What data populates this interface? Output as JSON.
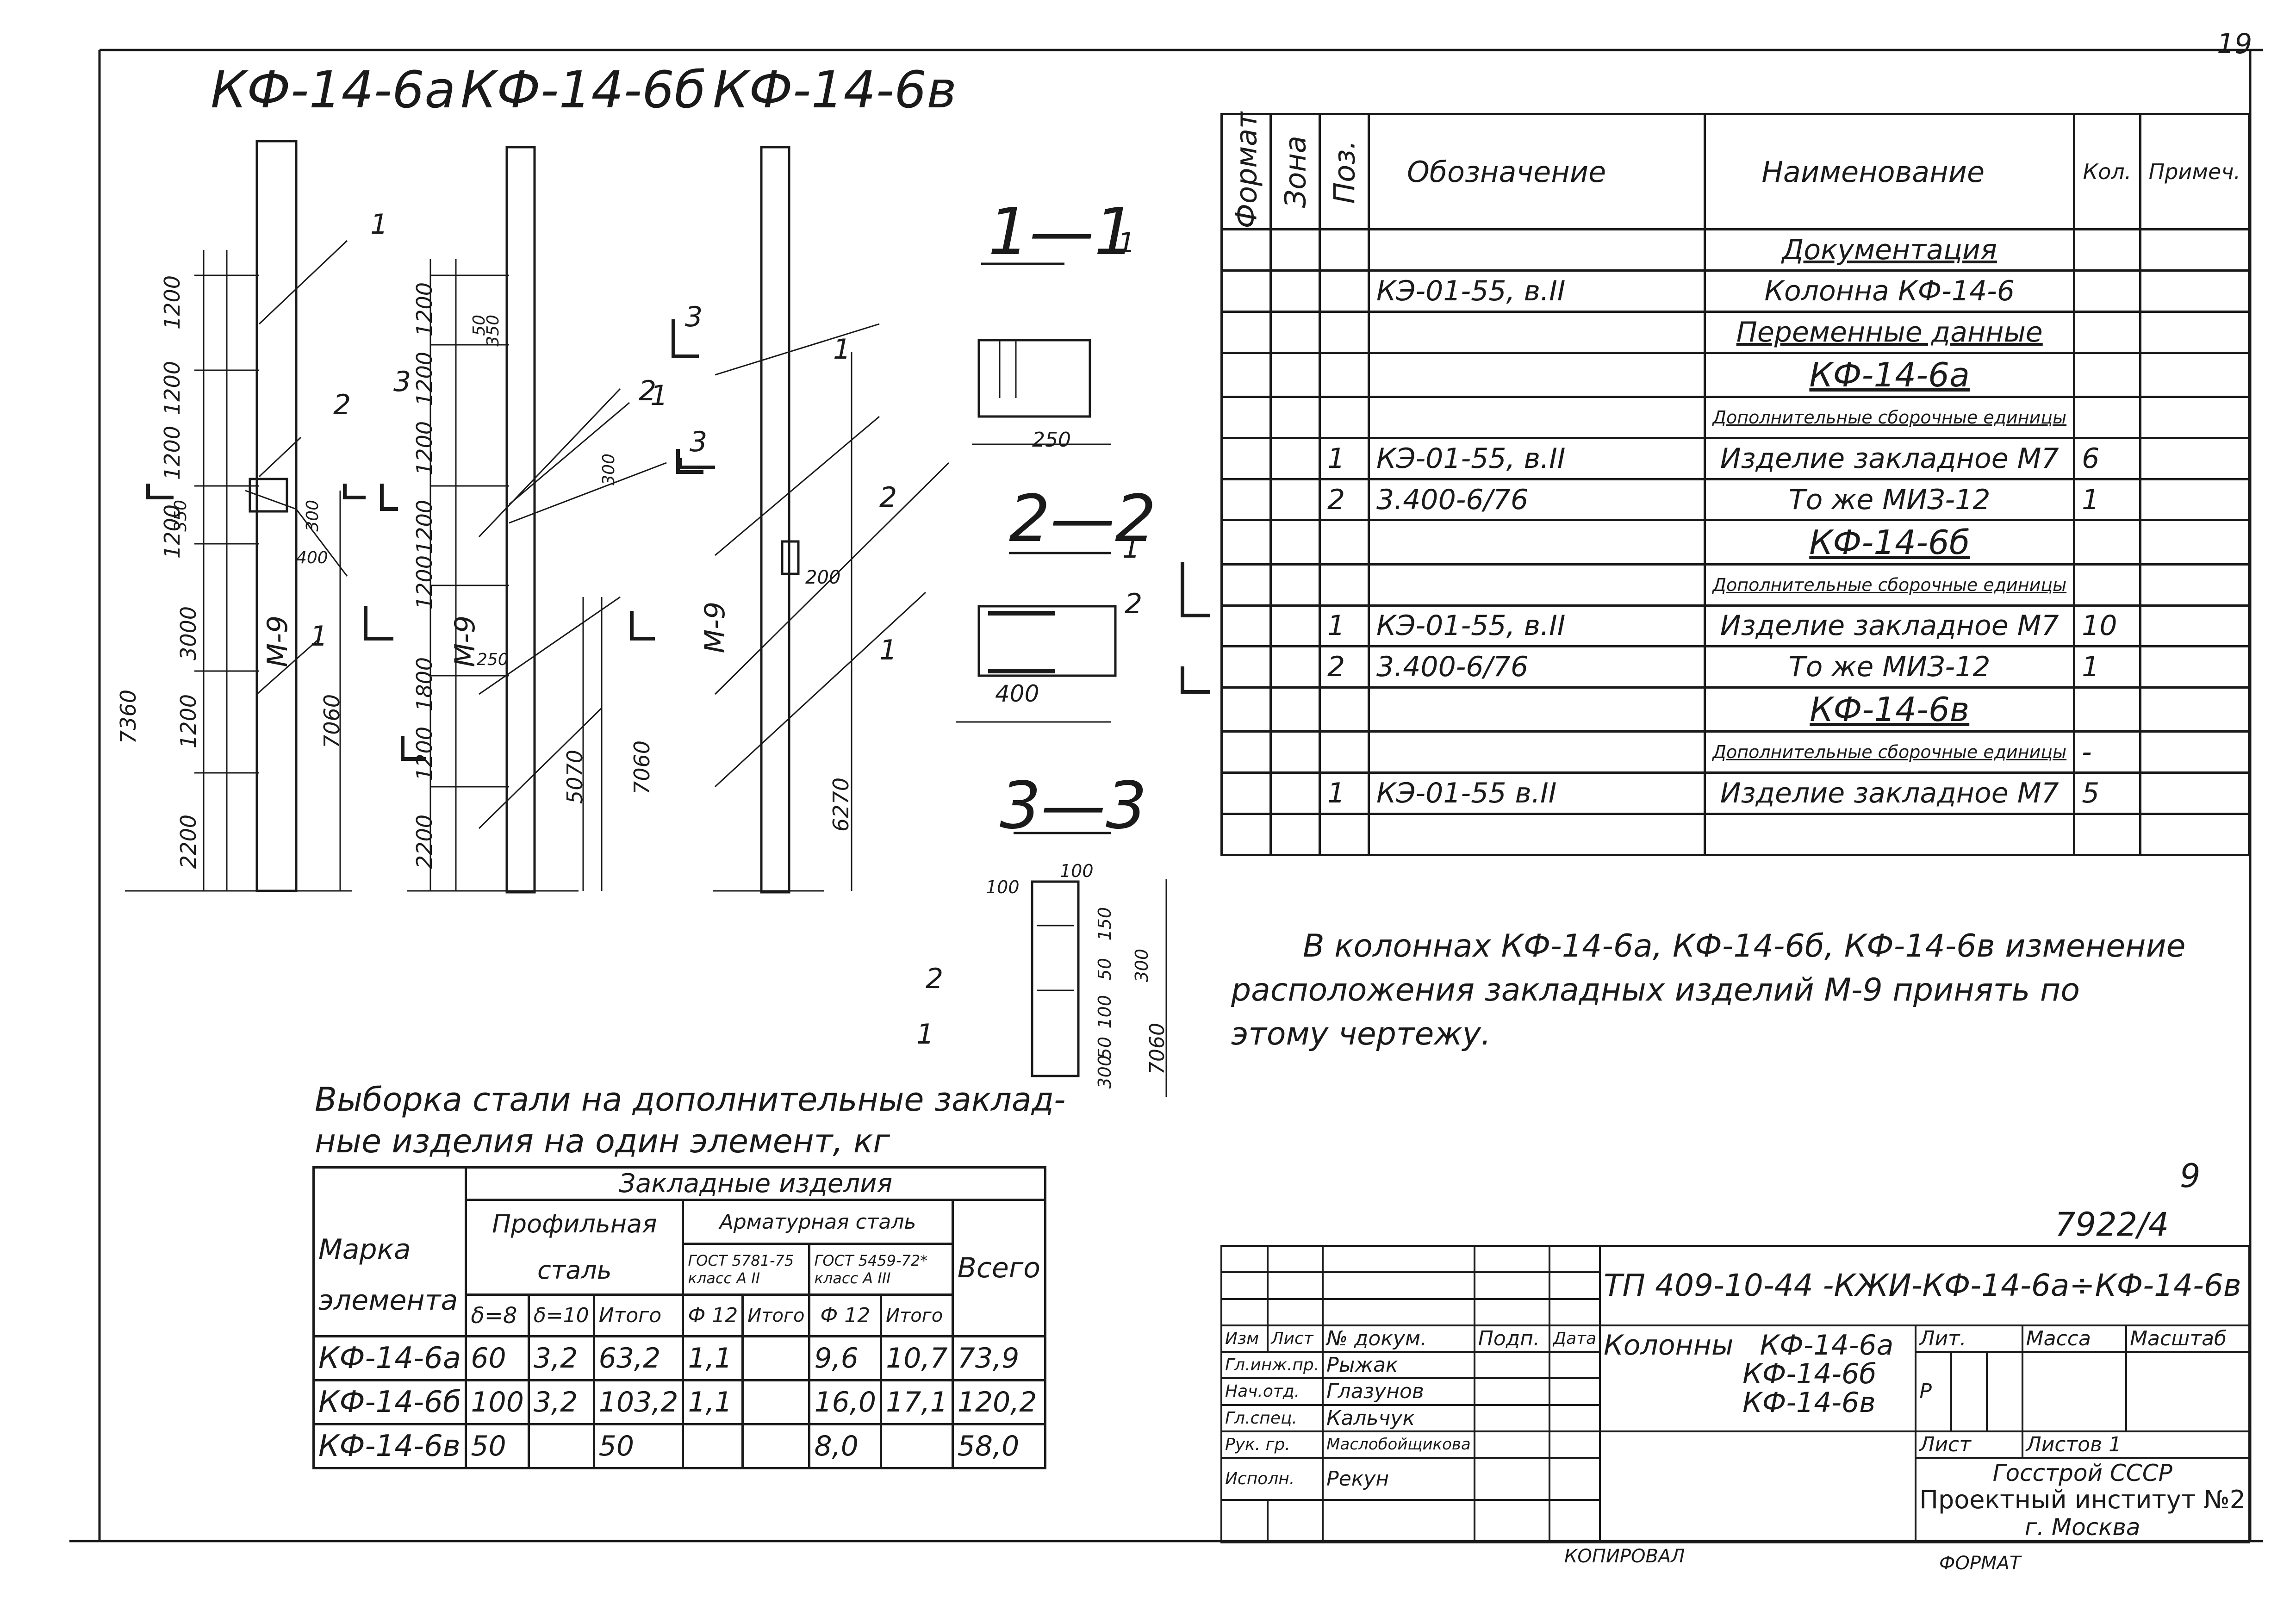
{
  "sheet": {
    "corner_mark": "19",
    "sheet_number_handwritten": "9",
    "archive_number": "7922/4",
    "copied_by_label": "КОПИРОВАЛ",
    "format_label": "ФОРМАТ"
  },
  "drawings": {
    "columns": [
      {
        "title": "КФ-14-6а"
      },
      {
        "title": "КФ-14-6б"
      },
      {
        "title": "КФ-14-6в"
      }
    ],
    "sections": [
      {
        "title": "1—1",
        "dims": [
          "250"
        ],
        "labels": [
          "1"
        ]
      },
      {
        "title": "2—2",
        "dims": [
          "400"
        ],
        "labels": [
          "1",
          "2"
        ]
      },
      {
        "title": "3—3",
        "dims": [
          "100",
          "100",
          "150",
          "50",
          "100",
          "50",
          "300",
          "7060",
          "300",
          "300"
        ],
        "labels": [
          "2",
          "1"
        ]
      }
    ],
    "col_a_dims": [
      "1200",
      "1200",
      "1200",
      "1200",
      "3000",
      "1200",
      "2200",
      "7360",
      "7060",
      "350",
      "300",
      "400"
    ],
    "col_b_dims": [
      "1200",
      "1200",
      "1200",
      "1200",
      "1200",
      "1800",
      "1200",
      "2200",
      "5070",
      "7060",
      "300",
      "250",
      "50",
      "350"
    ],
    "col_c_dims": [
      "200",
      "6270"
    ],
    "marks": [
      "М-9",
      "М-9",
      "М-9"
    ],
    "callouts": [
      "1",
      "2",
      "3",
      "1",
      "2",
      "3",
      "1",
      "2",
      "3",
      "1",
      "1"
    ]
  },
  "note": {
    "text_line1": "В колоннах КФ-14-6а, КФ-14-6б, КФ-14-6в изменение",
    "text_line2": "расположения закладных изделий М-9 принять по",
    "text_line3": "этому чертежу."
  },
  "spec_table": {
    "headers": {
      "format": "Формат",
      "zone": "Зона",
      "pos": "Поз.",
      "designation": "Обозначение",
      "name": "Наименование",
      "qty": "Кол.",
      "note": "Примеч."
    },
    "rows": [
      {
        "pos": "",
        "designation": "",
        "name": "Документация",
        "qty": "",
        "underline": true
      },
      {
        "pos": "",
        "designation": "КЭ-01-55, в.II",
        "name": "Колонна КФ-14-6",
        "qty": ""
      },
      {
        "pos": "",
        "designation": "",
        "name": "Переменные данные",
        "qty": "",
        "underline": true
      },
      {
        "pos": "",
        "designation": "",
        "name": "КФ-14-6а",
        "qty": "",
        "underline": true,
        "big": true
      },
      {
        "pos": "",
        "designation": "",
        "name": "Дополнительные сборочные единицы",
        "qty": "",
        "underline": true,
        "small": true
      },
      {
        "pos": "1",
        "designation": "КЭ-01-55, в.II",
        "name": "Изделие закладное М7",
        "qty": "6"
      },
      {
        "pos": "2",
        "designation": "3.400-6/76",
        "name": "То же        МИЗ-12",
        "qty": "1"
      },
      {
        "pos": "",
        "designation": "",
        "name": "КФ-14-6б",
        "qty": "",
        "underline": true,
        "big": true
      },
      {
        "pos": "",
        "designation": "",
        "name": "Дополнительные сборочные единицы",
        "qty": "",
        "underline": true,
        "small": true
      },
      {
        "pos": "1",
        "designation": "КЭ-01-55, в.II",
        "name": "Изделие закладное М7",
        "qty": "10"
      },
      {
        "pos": "2",
        "designation": "3.400-6/76",
        "name": "То же        МИЗ-12",
        "qty": "1"
      },
      {
        "pos": "",
        "designation": "",
        "name": "КФ-14-6в",
        "qty": "",
        "underline": true,
        "big": true
      },
      {
        "pos": "",
        "designation": "",
        "name": "Дополнительные сборочные единицы",
        "qty": "-",
        "underline": true,
        "small": true
      },
      {
        "pos": "1",
        "designation": "КЭ-01-55 в.II",
        "name": "Изделие закладное М7",
        "qty": "5"
      },
      {
        "pos": "",
        "designation": "",
        "name": "",
        "qty": ""
      }
    ]
  },
  "steel_table": {
    "caption_line1": "Выборка стали на дополнительные заклад-",
    "caption_line2": "ные изделия на один элемент, кг",
    "h_mark": "Марка элемента",
    "h_embedded": "Закладные изделия",
    "h_profile": "Профильная сталь",
    "h_rebar": "Арматурная сталь",
    "h_gost1": "ГОСТ 5781-75",
    "h_gost2": "ГОСТ 5459-72*",
    "h_class2": "класс А II",
    "h_class3": "класс А III",
    "h_total": "Всего",
    "h_d8": "δ=8",
    "h_d10": "δ=10",
    "h_itogo": "Итого",
    "h_phi": "Ф 12",
    "rows": [
      {
        "mark": "КФ-14-6а",
        "d8": "60",
        "d10": "3,2",
        "it1": "63,2",
        "a2": "1,1",
        "it2": "",
        "a3": "9,6",
        "it3": "10,7",
        "total": "73,9"
      },
      {
        "mark": "КФ-14-6б",
        "d8": "100",
        "d10": "3,2",
        "it1": "103,2",
        "a2": "1,1",
        "it2": "",
        "a3": "16,0",
        "it3": "17,1",
        "total": "120,2"
      },
      {
        "mark": "КФ-14-6в",
        "d8": "50",
        "d10": "",
        "it1": "50",
        "a2": "",
        "it2": "",
        "a3": "8,0",
        "it3": "",
        "total": "58,0"
      }
    ]
  },
  "title_block": {
    "code": "ТП 409-10-44 -КЖИ-КФ-14-6а÷КФ-14-6в",
    "title_label": "Колонны",
    "title_items": [
      "КФ-14-6а",
      "КФ-14-6б",
      "КФ-14-6в"
    ],
    "heads": [
      "Изм",
      "Лист",
      "№ докум.",
      "Подп.",
      "Дата"
    ],
    "people": [
      {
        "role": "Гл.инж.пр.",
        "name": "Рыжак"
      },
      {
        "role": "Нач.отд.",
        "name": "Глазунов"
      },
      {
        "role": "Гл.спец.",
        "name": "Кальчук"
      },
      {
        "role": "Рук. гр.",
        "name": "Маслобойщикова"
      },
      {
        "role": "Исполн.",
        "name": "Рекун"
      }
    ],
    "lit_label": "Лит.",
    "mass_label": "Масса",
    "scale_label": "Масштаб",
    "lit_value": "Р",
    "sheet_label": "Лист",
    "sheets_label": "Листов 1",
    "org1": "Госстрой СССР",
    "org2": "Проектный институт №2",
    "org3": "г. Москва"
  }
}
